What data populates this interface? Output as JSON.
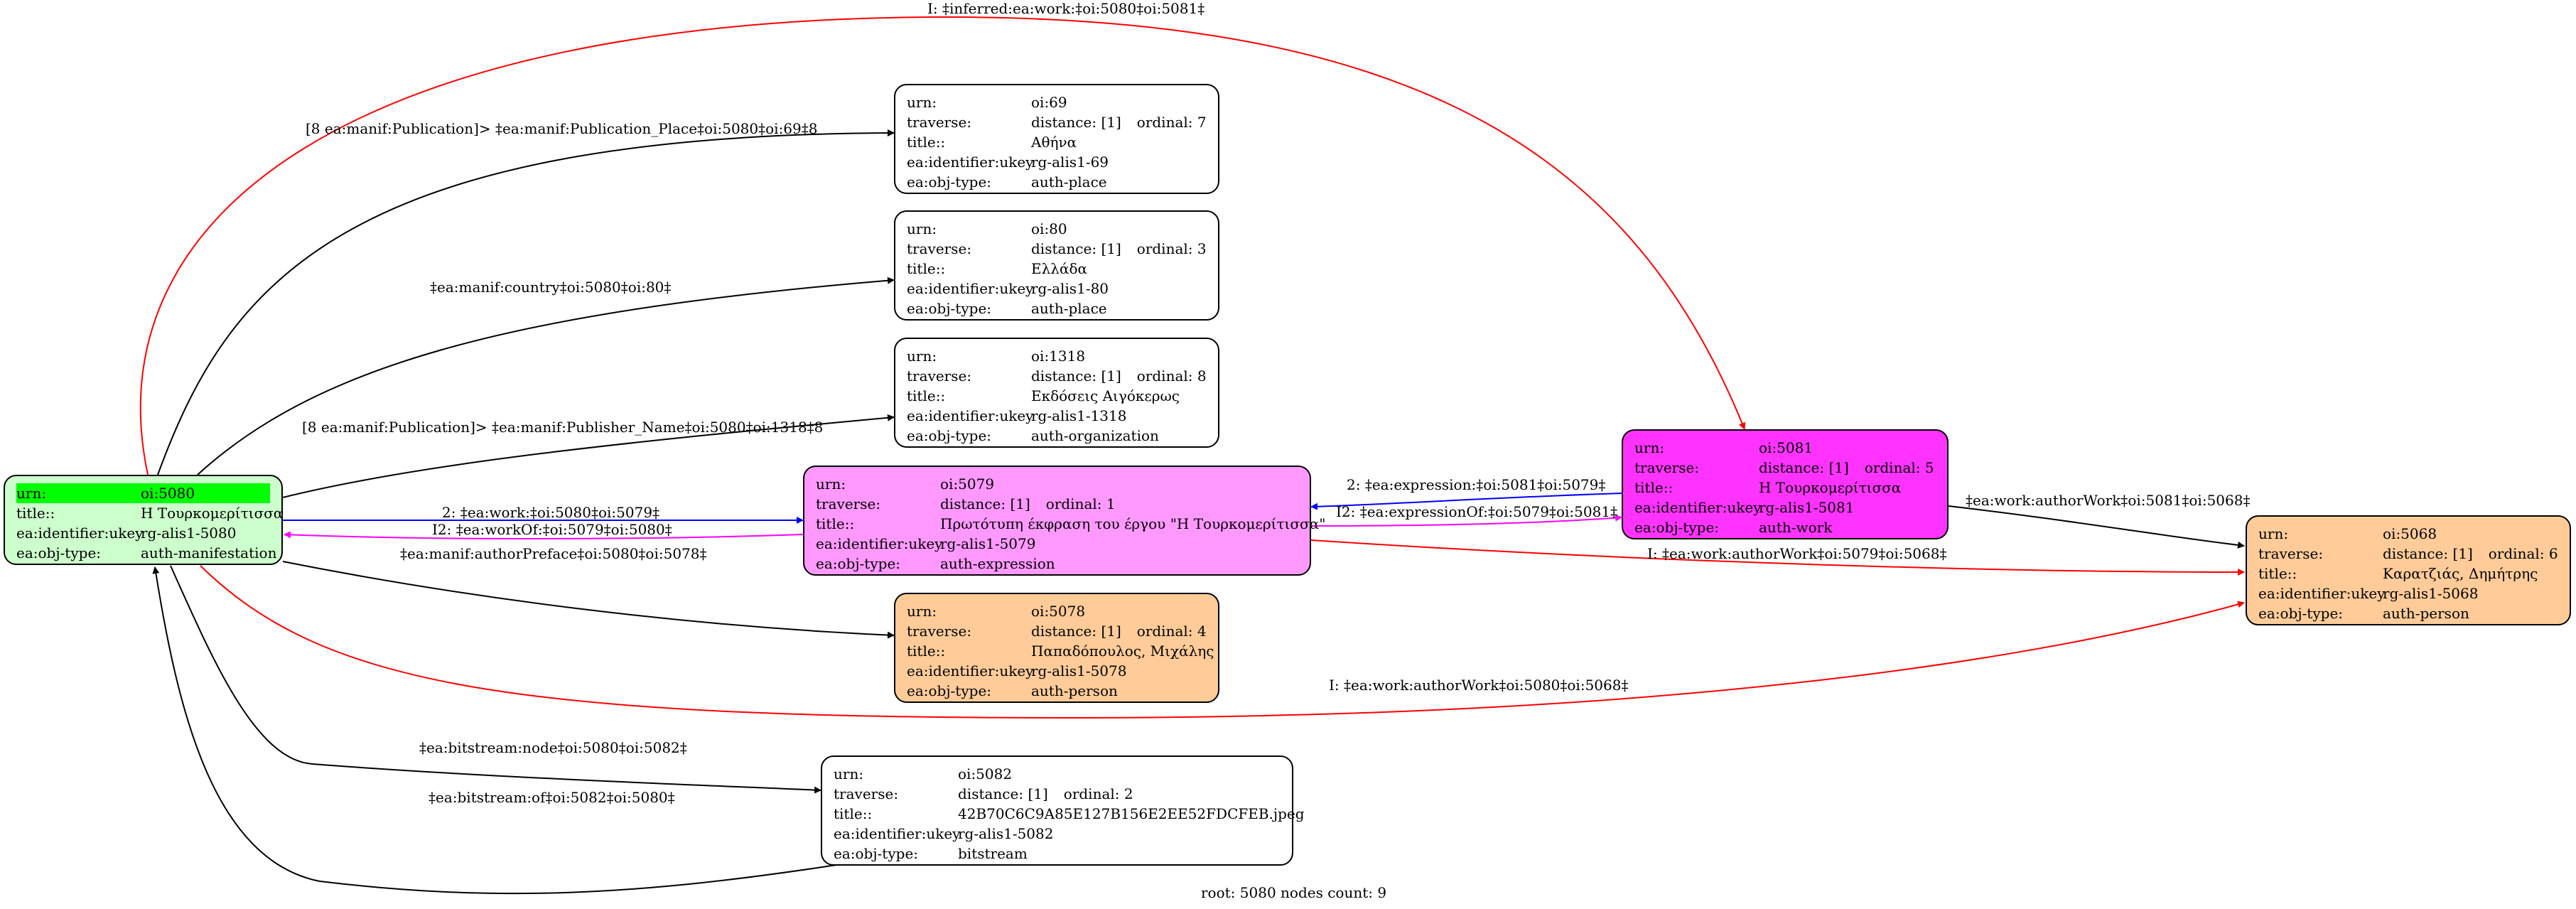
{
  "nodes": {
    "n5080": {
      "rows": [
        {
          "k": "urn:",
          "v": "oi:5080"
        },
        {
          "k": "title::",
          "v": "Η Τουρκομερίτισσα"
        },
        {
          "k": "ea:identifier:ukey",
          "v": "rg-alis1-5080"
        },
        {
          "k": "ea:obj-type:",
          "v": "auth-manifestation"
        }
      ],
      "fill": "#ccffcc"
    },
    "n69": {
      "rows": [
        {
          "k": "urn:",
          "v": "oi:69"
        },
        {
          "k": "traverse:",
          "v": "distance: [1]",
          "ordinal": "ordinal: 7"
        },
        {
          "k": "title::",
          "v": "Αθήνα"
        },
        {
          "k": "ea:identifier:ukey",
          "v": "rg-alis1-69"
        },
        {
          "k": "ea:obj-type:",
          "v": "auth-place"
        }
      ],
      "fill": "#ffffff"
    },
    "n80": {
      "rows": [
        {
          "k": "urn:",
          "v": "oi:80"
        },
        {
          "k": "traverse:",
          "v": "distance: [1]",
          "ordinal": "ordinal: 3"
        },
        {
          "k": "title::",
          "v": "Ελλάδα"
        },
        {
          "k": "ea:identifier:ukey",
          "v": "rg-alis1-80"
        },
        {
          "k": "ea:obj-type:",
          "v": "auth-place"
        }
      ],
      "fill": "#ffffff"
    },
    "n1318": {
      "rows": [
        {
          "k": "urn:",
          "v": "oi:1318"
        },
        {
          "k": "traverse:",
          "v": "distance: [1]",
          "ordinal": "ordinal: 8"
        },
        {
          "k": "title::",
          "v": "Εκδόσεις Αιγόκερως"
        },
        {
          "k": "ea:identifier:ukey",
          "v": "rg-alis1-1318"
        },
        {
          "k": "ea:obj-type:",
          "v": "auth-organization"
        }
      ],
      "fill": "#ffffff"
    },
    "n5079": {
      "rows": [
        {
          "k": "urn:",
          "v": "oi:5079"
        },
        {
          "k": "traverse:",
          "v": "distance: [1]",
          "ordinal": "ordinal: 1"
        },
        {
          "k": "title::",
          "v": "Πρωτότυπη έκφραση του έργου \"Η Τουρκομερίτισσα\""
        },
        {
          "k": "ea:identifier:ukey",
          "v": "rg-alis1-5079"
        },
        {
          "k": "ea:obj-type:",
          "v": "auth-expression"
        }
      ],
      "fill": "#ff99ff"
    },
    "n5078": {
      "rows": [
        {
          "k": "urn:",
          "v": "oi:5078"
        },
        {
          "k": "traverse:",
          "v": "distance: [1]",
          "ordinal": "ordinal: 4"
        },
        {
          "k": "title::",
          "v": "Παπαδόπουλος, Μιχάλης"
        },
        {
          "k": "ea:identifier:ukey",
          "v": "rg-alis1-5078"
        },
        {
          "k": "ea:obj-type:",
          "v": "auth-person"
        }
      ],
      "fill": "#ffcc99"
    },
    "n5081": {
      "rows": [
        {
          "k": "urn:",
          "v": "oi:5081"
        },
        {
          "k": "traverse:",
          "v": "distance: [1]",
          "ordinal": "ordinal: 5"
        },
        {
          "k": "title::",
          "v": "Η Τουρκομερίτισσα"
        },
        {
          "k": "ea:identifier:ukey",
          "v": "rg-alis1-5081"
        },
        {
          "k": "ea:obj-type:",
          "v": "auth-work"
        }
      ],
      "fill": "#ff33ff"
    },
    "n5068": {
      "rows": [
        {
          "k": "urn:",
          "v": "oi:5068"
        },
        {
          "k": "traverse:",
          "v": "distance: [1]",
          "ordinal": "ordinal: 6"
        },
        {
          "k": "title::",
          "v": "Καρατζιάς, Δημήτρης"
        },
        {
          "k": "ea:identifier:ukey",
          "v": "rg-alis1-5068"
        },
        {
          "k": "ea:obj-type:",
          "v": "auth-person"
        }
      ],
      "fill": "#ffcc99"
    },
    "n5082": {
      "rows": [
        {
          "k": "urn:",
          "v": "oi:5082"
        },
        {
          "k": "traverse:",
          "v": "distance: [1]",
          "ordinal": "ordinal: 2"
        },
        {
          "k": "title::",
          "v": "42B70C6C9A85E127B156E2EE52FDCFEB.jpeg"
        },
        {
          "k": "ea:identifier:ukey",
          "v": "rg-alis1-5082"
        },
        {
          "k": "ea:obj-type:",
          "v": "bitstream"
        }
      ],
      "fill": "#ffffff"
    }
  },
  "edges": {
    "inferred_5080_5081": "I: ‡inferred:ea:work:‡oi:5080‡oi:5081‡",
    "pub_place": "[8 ea:manif:Publication]> ‡ea:manif:Publication_Place‡oi:5080‡oi:69‡8",
    "country": "‡ea:manif:country‡oi:5080‡oi:80‡",
    "publisher": "[8 ea:manif:Publication]> ‡ea:manif:Publisher_Name‡oi:5080‡oi:1318‡8",
    "work_5080_5079": "2: ‡ea:work:‡oi:5080‡oi:5079‡",
    "workof_5079_5080": "I2: ‡ea:workOf:‡oi:5079‡oi:5080‡",
    "author_preface": "‡ea:manif:authorPreface‡oi:5080‡oi:5078‡",
    "expression_5081_5079": "2: ‡ea:expression:‡oi:5081‡oi:5079‡",
    "expressionof_5079_5081": "I2: ‡ea:expressionOf:‡oi:5079‡oi:5081‡",
    "authorwork_5081_5068": "‡ea:work:authorWork‡oi:5081‡oi:5068‡",
    "authorwork_5079_5068": "I: ‡ea:work:authorWork‡oi:5079‡oi:5068‡",
    "authorwork_5080_5068": "I: ‡ea:work:authorWork‡oi:5080‡oi:5068‡",
    "bitstream_node": "‡ea:bitstream:node‡oi:5080‡oi:5082‡",
    "bitstream_of": "‡ea:bitstream:of‡oi:5082‡oi:5080‡"
  },
  "colors": {
    "black": "#000000",
    "red": "#ff0000",
    "blue": "#0000ff",
    "magenta": "#ff00ff",
    "highlight": "#00ff00"
  },
  "footer": "root: 5080 nodes count: 9"
}
